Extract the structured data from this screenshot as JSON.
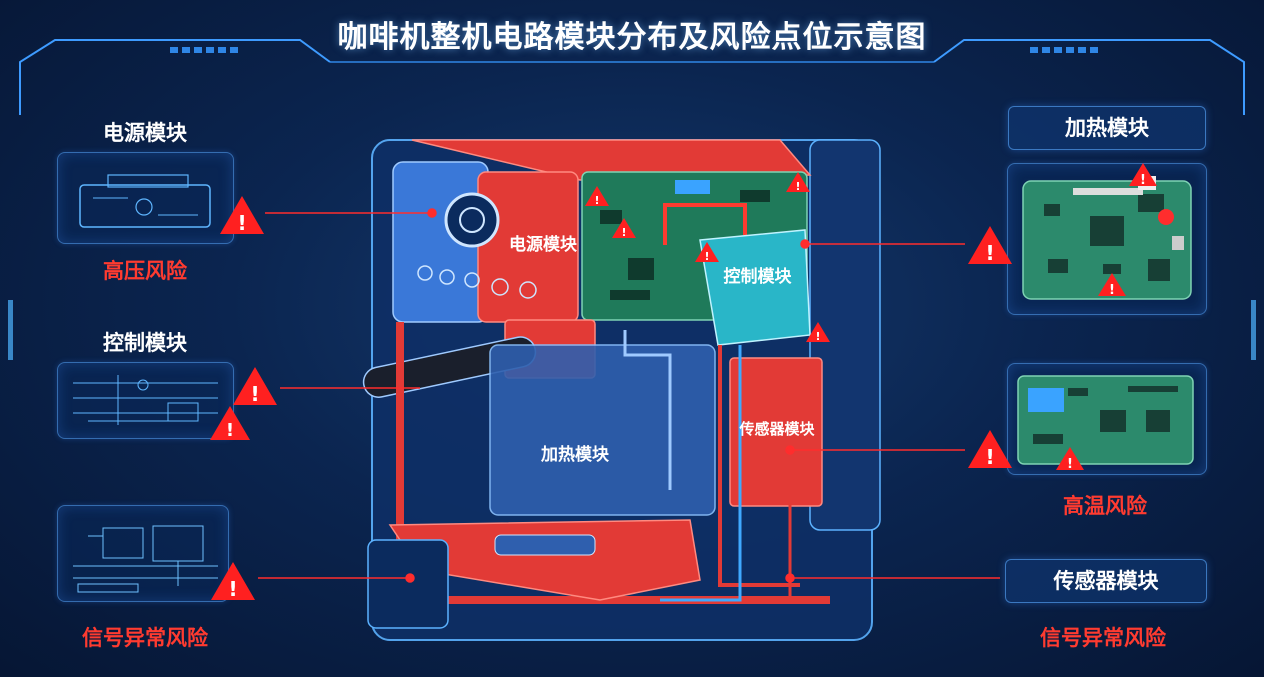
{
  "title": "咖啡机整机电路模块分布及风险点位示意图",
  "left": {
    "power": {
      "label": "电源模块",
      "risk": "高压风险"
    },
    "control": {
      "label": "控制模块"
    },
    "signal": {
      "risk": "信号异常风险"
    }
  },
  "right": {
    "heating": {
      "label": "加热模块",
      "risk": "高温风险"
    },
    "sensor": {
      "label": "传感器模块",
      "risk": "信号异常风险"
    }
  },
  "machine": {
    "power_module": "电源模块",
    "control_module": "控制模块",
    "heating_module": "加热模块",
    "sensor_module": "传感器模块"
  },
  "colors": {
    "risk": "#ff2d2d",
    "accent": "#3fa9ff",
    "control": "#29b6c8"
  }
}
